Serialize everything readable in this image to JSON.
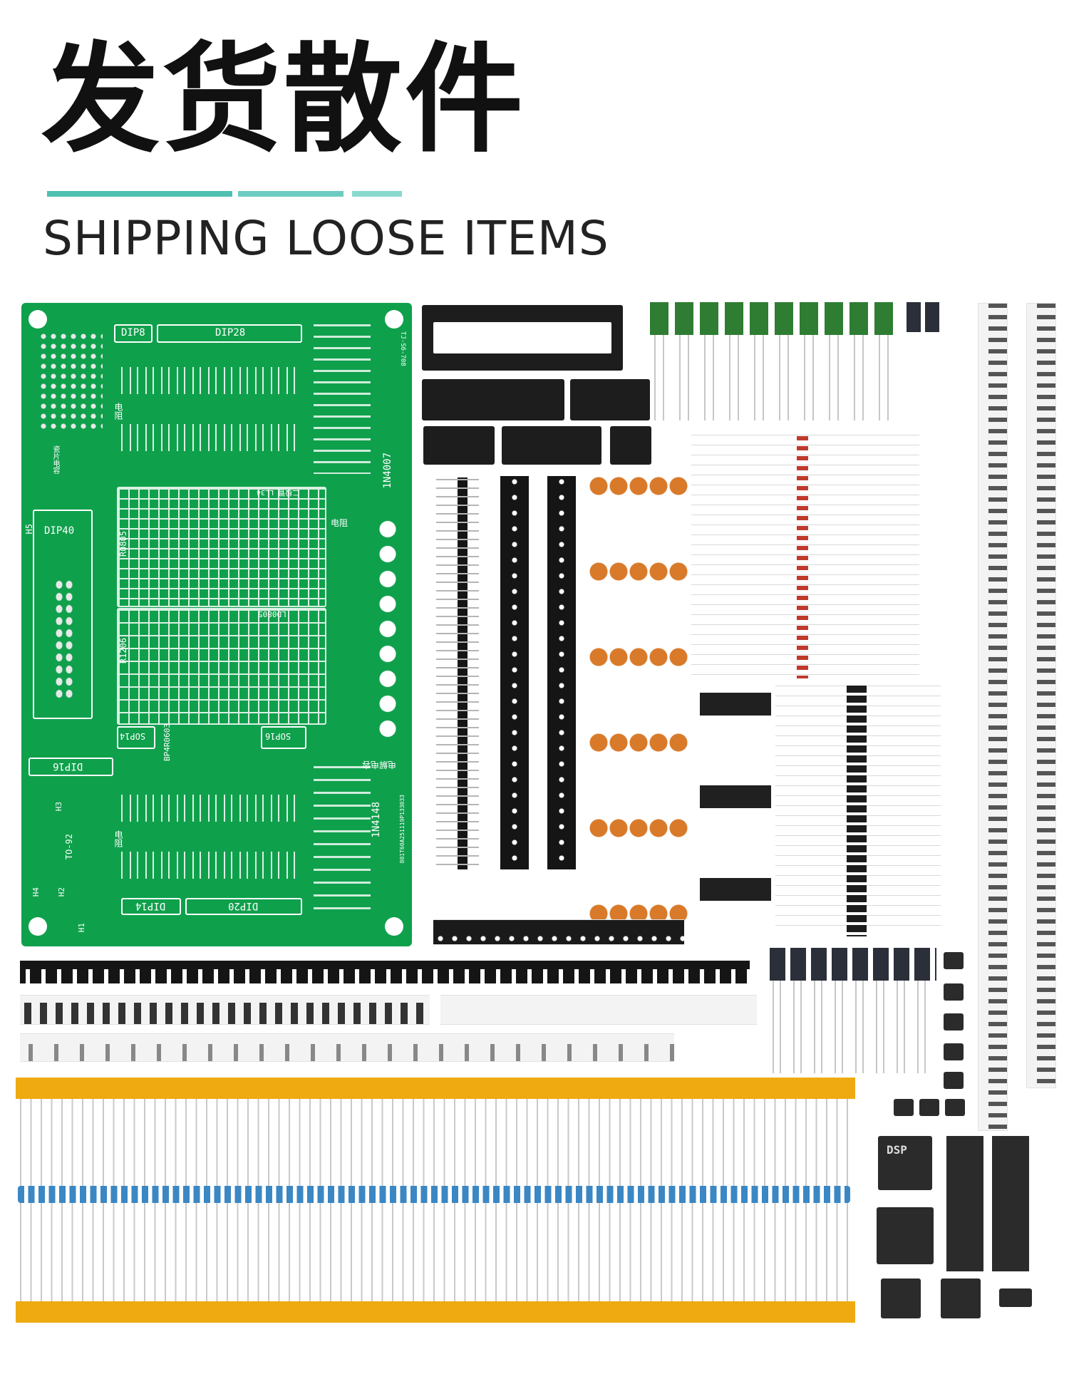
{
  "heading": {
    "title": "发货散件",
    "subtitle": "SHIPPING LOOSE ITEMS",
    "accent_color": "#5cc6bb"
  },
  "pcb": {
    "color": "#0fa04c",
    "labels": {
      "dip8": "DIP8",
      "dip28": "DIP28",
      "dip40": "DIP40",
      "dip16": "DIP16",
      "dip14": "DIP14",
      "dip20": "DIP20",
      "sop14": "SOP14",
      "sop16": "SOP16",
      "r0805": "R0805",
      "r1206": "R1206",
      "bp": "BP4R0603",
      "ld": "LD0805",
      "rect_ll34": "二极管 LL34",
      "res_cn_1": "电阻",
      "res_cn_2": "电阻",
      "res_cn_3": "电阻",
      "cap_cn_1": "电解电容",
      "cap_cn_2": "瓷片电容",
      "n4007": "1N4007",
      "n4148": "1N4148",
      "to92": "TO-92",
      "h1": "H1",
      "h2": "H2",
      "h3": "H3",
      "h4": "H4",
      "h5": "H5",
      "serial": "801T60A251119P133033",
      "top_code": "TJ-S6-708"
    }
  },
  "chips": {
    "dsp_label": "DSP"
  }
}
